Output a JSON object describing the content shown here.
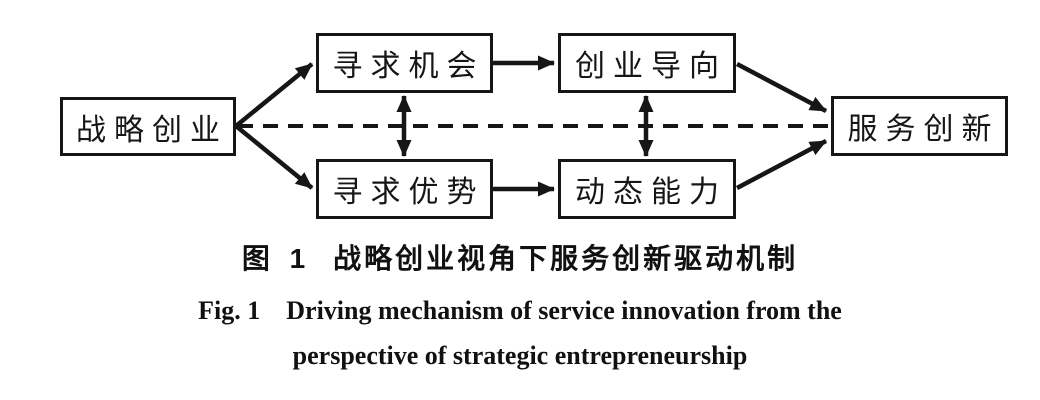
{
  "figure": {
    "caption_zh_prefix": "图 1",
    "caption_zh_text": "战略创业视角下服务创新驱动机制",
    "caption_en_prefix": "Fig. 1",
    "caption_en_line1": "Driving mechanism of service innovation from the",
    "caption_en_line2": "perspective of strategic entrepreneurship"
  },
  "diagram": {
    "nodes": {
      "strategic_entrepreneurship": {
        "label": "战略创业"
      },
      "seek_opportunity": {
        "label": "寻求机会"
      },
      "seek_advantage": {
        "label": "寻求优势"
      },
      "entrepreneurial_orientation": {
        "label": "创业导向"
      },
      "dynamic_capability": {
        "label": "动态能力"
      },
      "service_innovation": {
        "label": "服务创新"
      }
    },
    "edges": [
      {
        "from": "战略创业",
        "to": "寻求机会",
        "style": "solid-arrow"
      },
      {
        "from": "战略创业",
        "to": "寻求优势",
        "style": "solid-arrow"
      },
      {
        "from": "战略创业",
        "to": "服务创新",
        "style": "dashed-line"
      },
      {
        "from": "寻求机会",
        "to": "创业导向",
        "style": "solid-arrow"
      },
      {
        "from": "寻求优势",
        "to": "动态能力",
        "style": "solid-arrow"
      },
      {
        "from": "寻求机会",
        "to": "寻求优势",
        "style": "double-arrow"
      },
      {
        "from": "创业导向",
        "to": "动态能力",
        "style": "double-arrow"
      },
      {
        "from": "创业导向",
        "to": "服务创新",
        "style": "solid-arrow"
      },
      {
        "from": "动态能力",
        "to": "服务创新",
        "style": "solid-arrow"
      }
    ]
  },
  "colors": {
    "ink": "#161616",
    "background": "#ffffff"
  }
}
